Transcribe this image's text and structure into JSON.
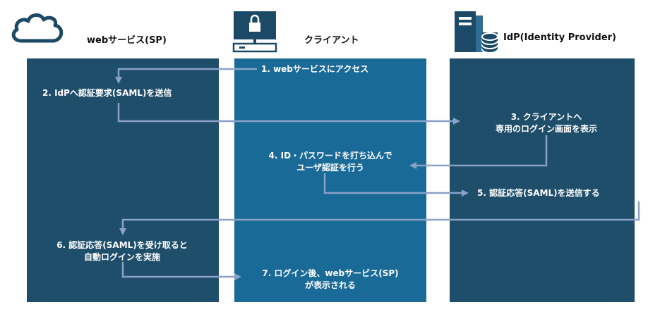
{
  "headers": {
    "sp": "webサービス(SP)",
    "client": "クライアント",
    "idp": "IdP(Identity Provider)"
  },
  "steps": {
    "s1": "1. webサービスにアクセス",
    "s2": "2. IdPへ認証要求(SAML)を送信",
    "s3": [
      "3. クライアントへ",
      "専用のログイン画面を表示"
    ],
    "s4": [
      "4. ID・パスワードを打ち込んで",
      "ユーザ認証を行う"
    ],
    "s5": "5. 認証応答(SAML)を送信する",
    "s6": [
      "6. 認証応答(SAML)を受け取ると",
      "自動ログインを実施"
    ],
    "s7": [
      "7. ログイン後、webサービス(SP)",
      "が表示される"
    ]
  },
  "icons": {
    "sp": "cloud-icon",
    "client": "computer-lock-icon",
    "idp": "server-database-icon"
  },
  "colors": {
    "column_dark": "#1f4e6b",
    "column_mid": "#1a6a98",
    "arrow": "#8aa1c8",
    "icon": "#1c4a66"
  }
}
